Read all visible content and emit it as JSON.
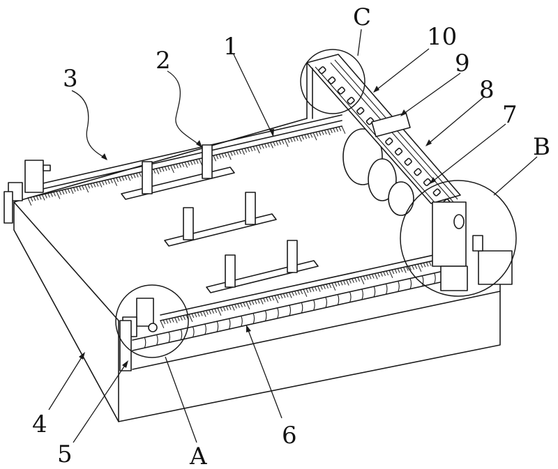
{
  "figure": {
    "type": "patent-line-drawing",
    "description": "Isometric view of a measuring/marking table with rulers, slide rails and gantry",
    "callouts": [
      {
        "id": "1",
        "label": "1",
        "part": "ruler-top"
      },
      {
        "id": "2",
        "label": "2",
        "part": "ruler-slider"
      },
      {
        "id": "3",
        "label": "3",
        "part": "rail-bar"
      },
      {
        "id": "4",
        "label": "4",
        "part": "table-body"
      },
      {
        "id": "5",
        "label": "5",
        "part": "end-block"
      },
      {
        "id": "6",
        "label": "6",
        "part": "threaded-rod"
      },
      {
        "id": "7",
        "label": "7",
        "part": "lead-screw"
      },
      {
        "id": "8",
        "label": "8",
        "part": "gantry-beam"
      },
      {
        "id": "9",
        "label": "9",
        "part": "carriage-block"
      },
      {
        "id": "10",
        "label": "10",
        "part": "guide-rail"
      }
    ],
    "detail_views": [
      {
        "id": "A",
        "label": "A"
      },
      {
        "id": "B",
        "label": "B"
      },
      {
        "id": "C",
        "label": "C"
      }
    ]
  }
}
